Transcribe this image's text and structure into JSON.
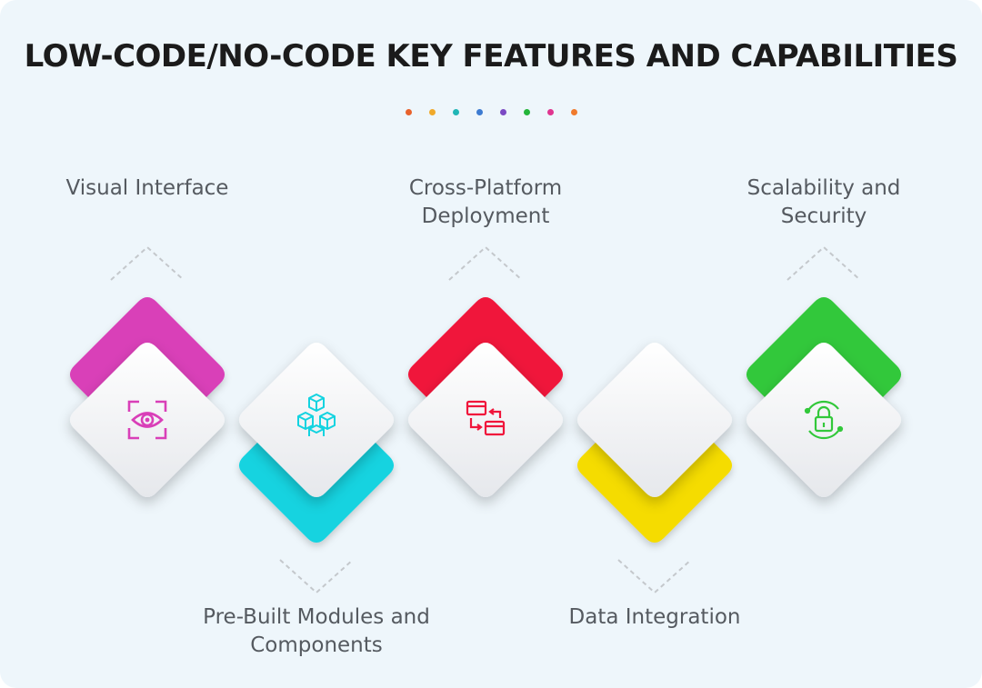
{
  "title": "LOW-CODE/NO-CODE KEY FEATURES AND CAPABILITIES",
  "dot_colors": [
    "#e8622c",
    "#f0a92a",
    "#20b6b6",
    "#3d7bd1",
    "#7b4ac4",
    "#23b53a",
    "#e0358f",
    "#f07a2c"
  ],
  "features": [
    {
      "lines": [
        "Visual Interface"
      ],
      "icon": "eye-scan-icon",
      "color": "#d93fb8",
      "position": "top"
    },
    {
      "lines": [
        "Pre-Built Modules and",
        "Components"
      ],
      "icon": "cubes-icon",
      "color": "#12d3e0",
      "position": "bottom"
    },
    {
      "lines": [
        "Cross-Platform",
        "Deployment"
      ],
      "icon": "window-sync-icon",
      "color": "#f0153b",
      "position": "top"
    },
    {
      "lines": [
        "Data Integration"
      ],
      "icon": "",
      "color": "#f5dc00",
      "position": "bottom"
    },
    {
      "lines": [
        "Scalability and",
        "Security"
      ],
      "icon": "lock-shield-icon",
      "color": "#32c83a",
      "position": "top"
    }
  ]
}
